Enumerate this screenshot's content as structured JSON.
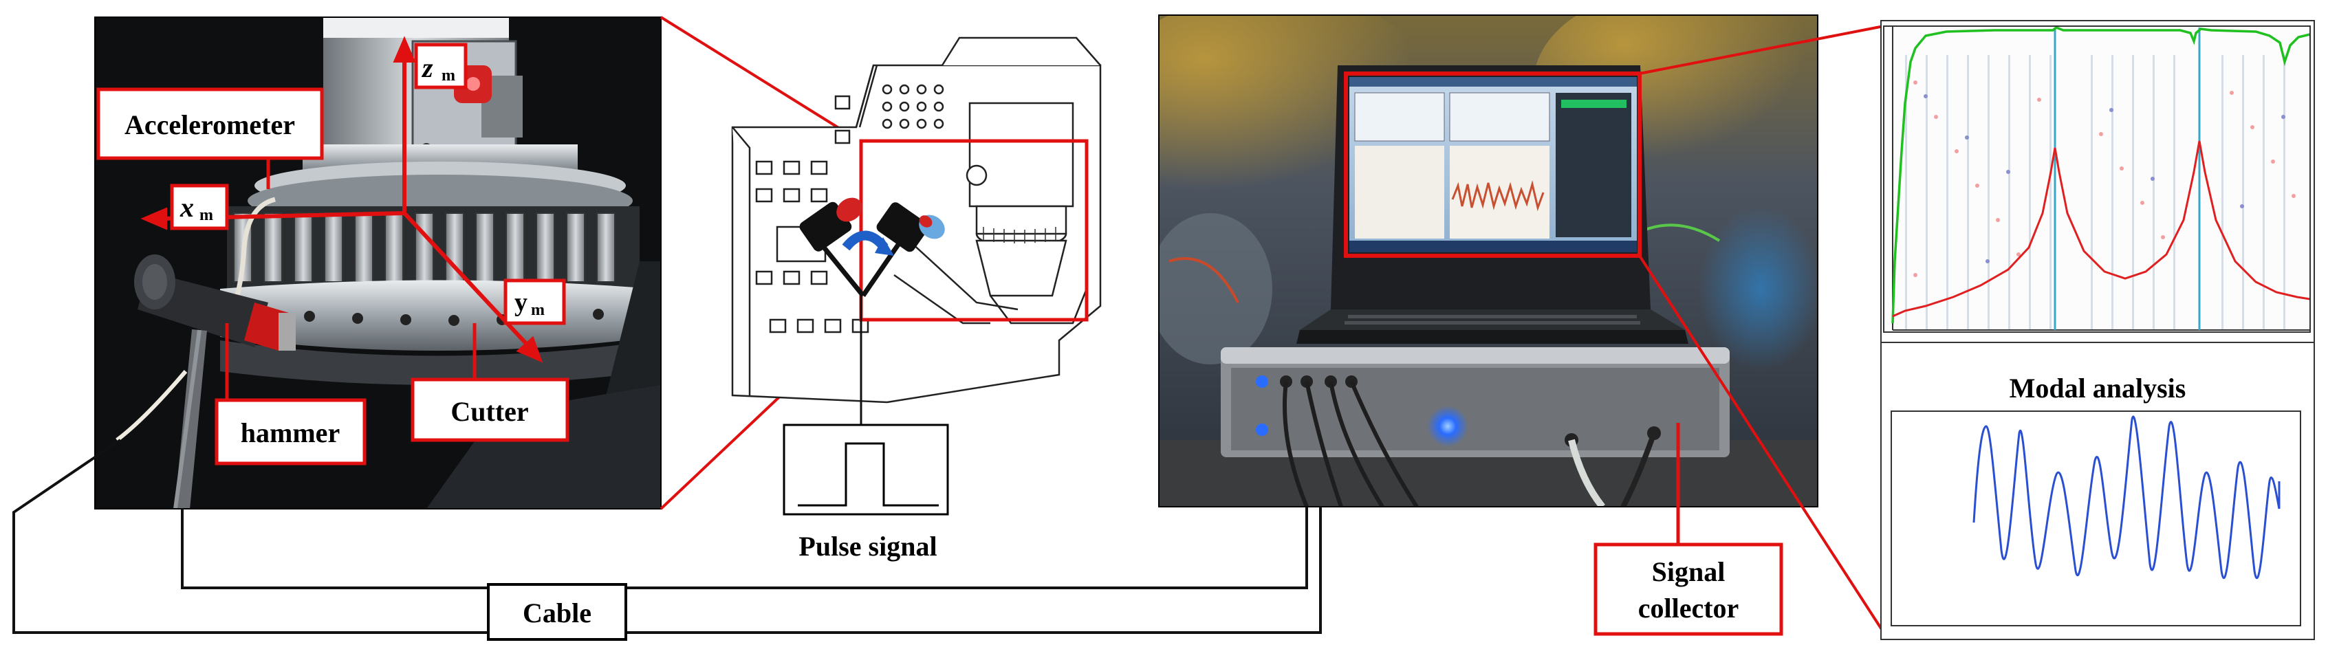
{
  "labels": {
    "accelerometer": "Accelerometer",
    "hammer": "hammer",
    "cutter": "Cutter",
    "pulse_signal": "Pulse signal",
    "cable": "Cable",
    "signal_collector_line1": "Signal",
    "signal_collector_line2": "collector",
    "modal_analysis": "Modal analysis"
  },
  "axes": {
    "z": {
      "letter": "z",
      "sub": "m"
    },
    "x": {
      "letter": "x",
      "sub": "m"
    },
    "y": {
      "letter": "y",
      "sub": "m"
    }
  },
  "colors": {
    "callout_border": "#e01010",
    "zoom_line": "#e01010",
    "cable": "#111111",
    "frf_green": "#20c020",
    "frf_red": "#e02020",
    "wave_blue": "#2a4fd0",
    "marker_cyan": "#3aa7c8"
  },
  "icons": [
    "hammer-icon",
    "accelerometer-icon",
    "laptop-icon",
    "signal-collector-icon",
    "pulse-waveform-icon",
    "sine-wave-icon"
  ]
}
